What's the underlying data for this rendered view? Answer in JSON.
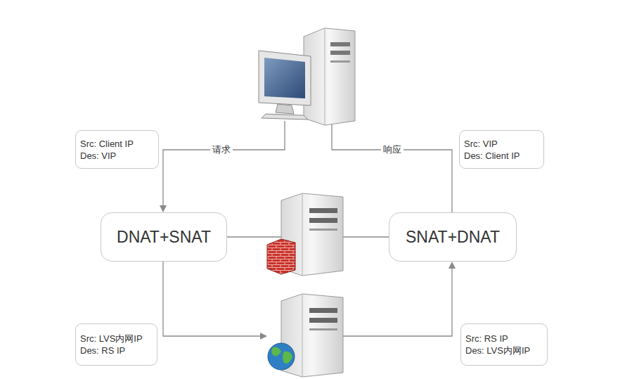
{
  "diagram": {
    "nodes": [
      {
        "text": [
          "Src: Client IP",
          "Des: VIP"
        ]
      },
      {
        "text": [
          "Src: VIP",
          "Des: Client IP"
        ]
      },
      {
        "text": [
          "DNAT+SNAT"
        ]
      },
      {
        "text": [
          "SNAT+DNAT"
        ]
      },
      {
        "text": [
          "Src: LVS内网IP",
          "Des: RS IP"
        ]
      },
      {
        "text": [
          "Src: RS IP",
          "Des: LVS内网IP"
        ]
      }
    ],
    "edges": [
      {
        "from": 2,
        "to": 3,
        "arrow": "none"
      }
    ],
    "labels": [
      "请求",
      "响应"
    ]
  }
}
